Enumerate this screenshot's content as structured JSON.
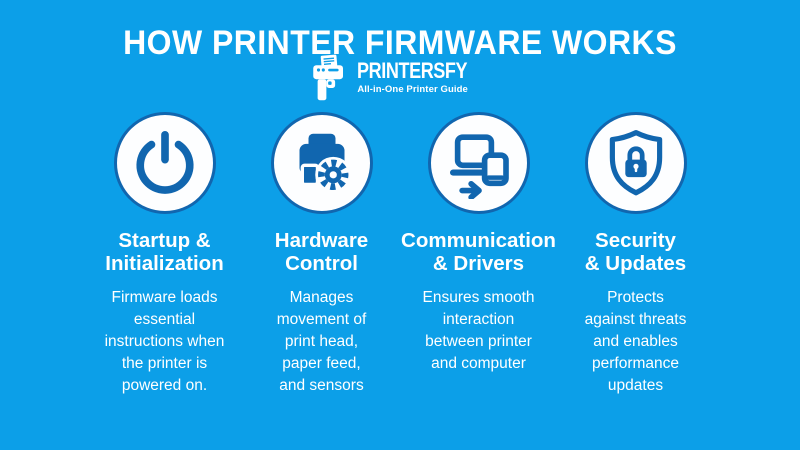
{
  "header": {
    "title": "HOW PRINTER FIRMWARE WORKS"
  },
  "logo": {
    "name": "PRINTERSFY",
    "tagline": "All-in-One Printer Guide",
    "icon": "printersfy-printer-logo-icon"
  },
  "colors": {
    "background": "#0C9FE8",
    "icon_blue": "#1166AF",
    "circle_fill": "#FDFEFF",
    "text": "#FFFFFF"
  },
  "columns": [
    {
      "icon": "power-icon",
      "heading": "Startup &\nInitialization",
      "body": "Firmware loads\nessential\ninstructions when\nthe printer is\npowered on."
    },
    {
      "icon": "printer-gear-icon",
      "heading": "Hardware\nControl",
      "body": "Manages\nmovement of\nprint head,\npaper feed,\nand sensors"
    },
    {
      "icon": "devices-sync-icon",
      "heading": "Communication\n& Drivers",
      "body": "Ensures smooth\ninteraction\nbetween printer\nand computer"
    },
    {
      "icon": "shield-lock-icon",
      "heading": "Security\n& Updates",
      "body": "Protects\nagainst threats\nand enables\nperformance\nupdates"
    }
  ]
}
